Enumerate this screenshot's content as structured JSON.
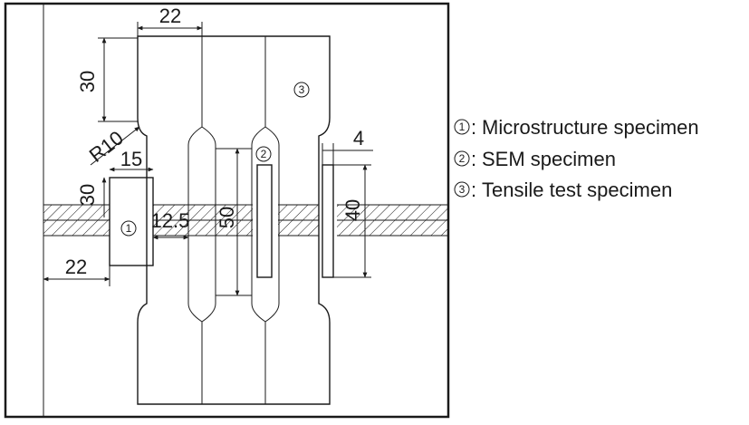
{
  "dimensions": {
    "top_width": "22",
    "vertical_length": "30",
    "radius": "R10",
    "micro_width": "15",
    "micro_height": "30",
    "micro_offset": "22",
    "sem_width": "12.5",
    "sem_length": "50",
    "tensile_width": "4",
    "tensile_length": "40"
  },
  "specimen_numbers": {
    "microstructure": "1",
    "sem": "2",
    "tensile": "3"
  },
  "legend": [
    {
      "number": "1",
      "label": "Microstructure specimen",
      "separator": ":"
    },
    {
      "number": "2",
      "label": "SEM specimen",
      "separator": ":"
    },
    {
      "number": "3",
      "label": "Tensile test specimen",
      "separator": ":"
    }
  ],
  "colors": {
    "line": "#1a1a1a",
    "background": "#ffffff"
  }
}
